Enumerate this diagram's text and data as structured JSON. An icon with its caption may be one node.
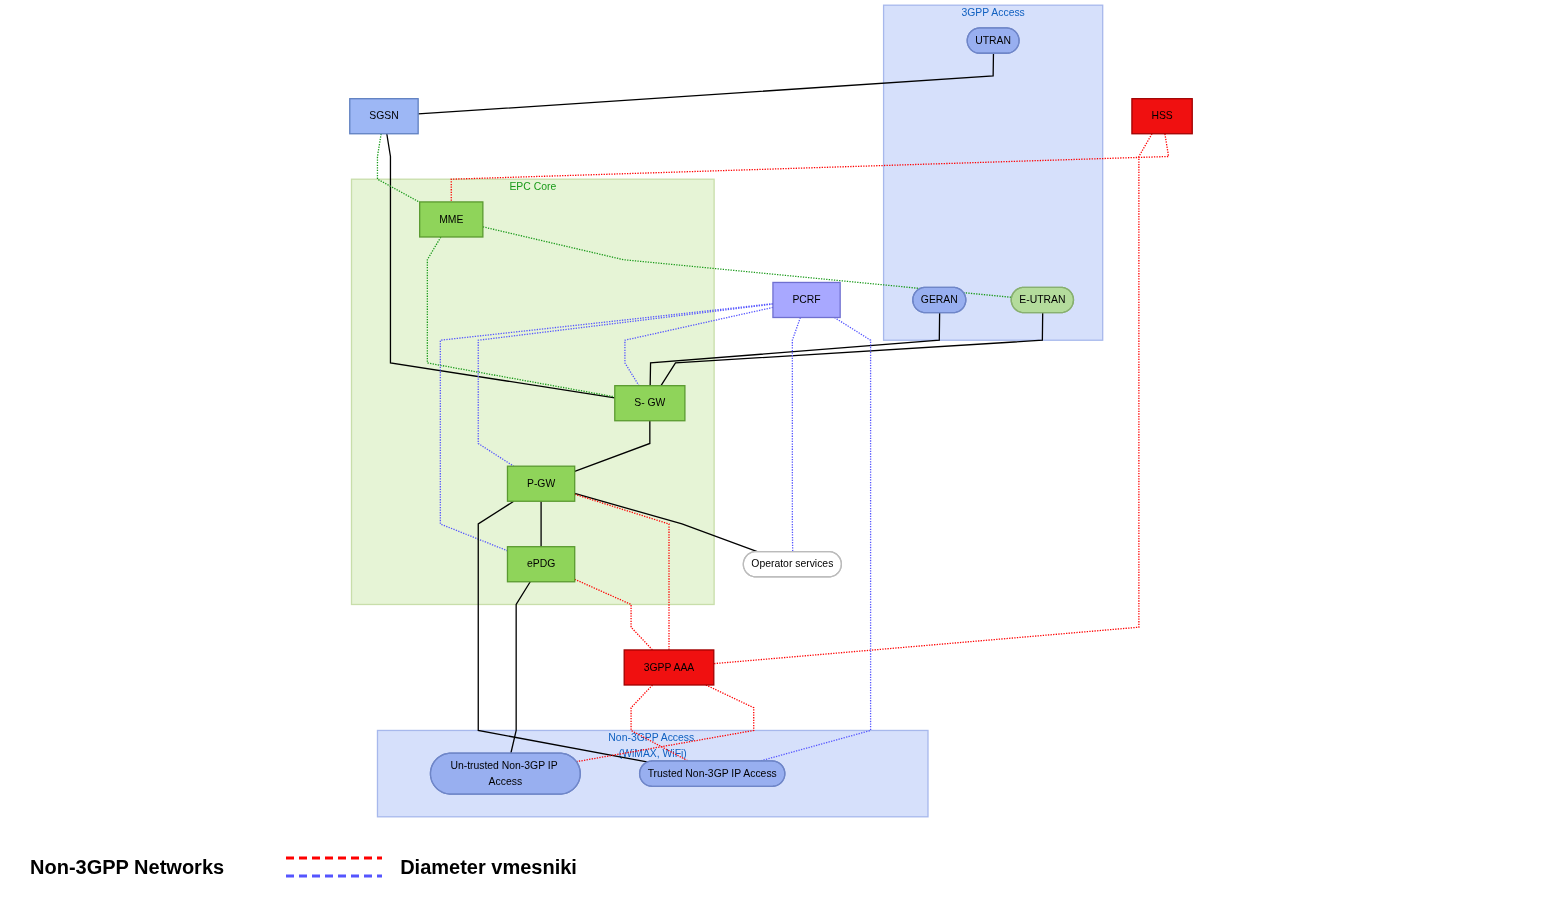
{
  "diagram": {
    "nodes": [
      {
        "text": [
          "3GPP Access"
        ]
      },
      {
        "text": [
          "GERAN"
        ],
        "in": 0
      },
      {
        "text": [
          "UTRAN"
        ],
        "in": 0
      },
      {
        "text": [
          "E-UTRAN"
        ],
        "in": 0
      },
      {
        "text": [
          "SGSN"
        ]
      },
      {
        "text": [
          "EPC Core"
        ]
      },
      {
        "text": [
          "MME"
        ],
        "in": 5
      },
      {
        "text": [
          "S- GW"
        ],
        "in": 5
      },
      {
        "text": [
          "P-GW"
        ],
        "in": 5
      },
      {
        "text": [
          "ePDG"
        ],
        "in": 5
      },
      {
        "text": [
          "HSS"
        ]
      },
      {
        "text": [
          "PCRF"
        ]
      },
      {
        "text": [
          "Operator services"
        ]
      },
      {
        "text": [
          "3GPP AAA"
        ]
      },
      {
        "text": [
          "Non-3GPP Access (WiMAX, WiFi)"
        ]
      },
      {
        "text": [
          "Trusted Non-3GP IP Access"
        ],
        "in": 14
      },
      {
        "text": [
          "Un-trusted Non-3GP IP Access"
        ],
        "in": 14
      }
    ],
    "edges": [
      {
        "from": 1,
        "to": 7,
        "arrow": "none"
      },
      {
        "from": 2,
        "to": 4,
        "arrow": "none"
      },
      {
        "from": 4,
        "to": 7,
        "arrow": "none"
      },
      {
        "from": 4,
        "to": 6,
        "arrow": "none",
        "style": "dashed",
        "color": "#1a9a1a"
      },
      {
        "from": 6,
        "to": 3,
        "arrow": "none",
        "style": "dashed",
        "color": "#1a9a1a"
      },
      {
        "from": 6,
        "to": 7,
        "arrow": "none",
        "style": "dashed",
        "color": "#1a9a1a"
      },
      {
        "from": 3,
        "to": 7,
        "arrow": "none"
      },
      {
        "from": 7,
        "to": 8,
        "arrow": "none"
      },
      {
        "from": 10,
        "to": 6,
        "arrow": "none",
        "style": "dashed",
        "color": "#ff0000"
      },
      {
        "from": 10,
        "to": 13,
        "arrow": "none",
        "style": "dashed",
        "color": "#ff0000"
      },
      {
        "from": 11,
        "to": 7,
        "arrow": "none",
        "style": "dashed",
        "color": "#5555ff"
      },
      {
        "from": 11,
        "to": 8,
        "arrow": "none",
        "style": "dashed",
        "color": "#5555ff"
      },
      {
        "from": 11,
        "to": 15,
        "arrow": "none",
        "style": "dashed",
        "color": "#5555ff"
      },
      {
        "from": 11,
        "to": 9,
        "arrow": "none",
        "style": "dashed",
        "color": "#5555ff"
      },
      {
        "from": 11,
        "to": 12,
        "arrow": "none",
        "style": "dashed",
        "color": "#5555ff"
      },
      {
        "from": 8,
        "to": 12,
        "arrow": "none"
      },
      {
        "from": 8,
        "to": 13,
        "arrow": "none",
        "style": "dashed",
        "color": "#ff0000"
      },
      {
        "from": 8,
        "to": 9,
        "arrow": "none"
      },
      {
        "from": 8,
        "to": 15,
        "arrow": "none"
      },
      {
        "from": 9,
        "to": 13,
        "arrow": "none",
        "style": "dashed",
        "color": "#ff0000"
      },
      {
        "from": 9,
        "to": 16,
        "arrow": "none"
      },
      {
        "from": 13,
        "to": 16,
        "arrow": "none",
        "style": "dashed",
        "color": "#ff0000"
      },
      {
        "from": 13,
        "to": 15,
        "arrow": "none",
        "style": "dashed",
        "color": "#ff0000"
      }
    ],
    "labels": [
      "Non-3GPP Networks"
    ],
    "legend": [
      {
        "text": "Diameter vmesniki"
      }
    ]
  }
}
